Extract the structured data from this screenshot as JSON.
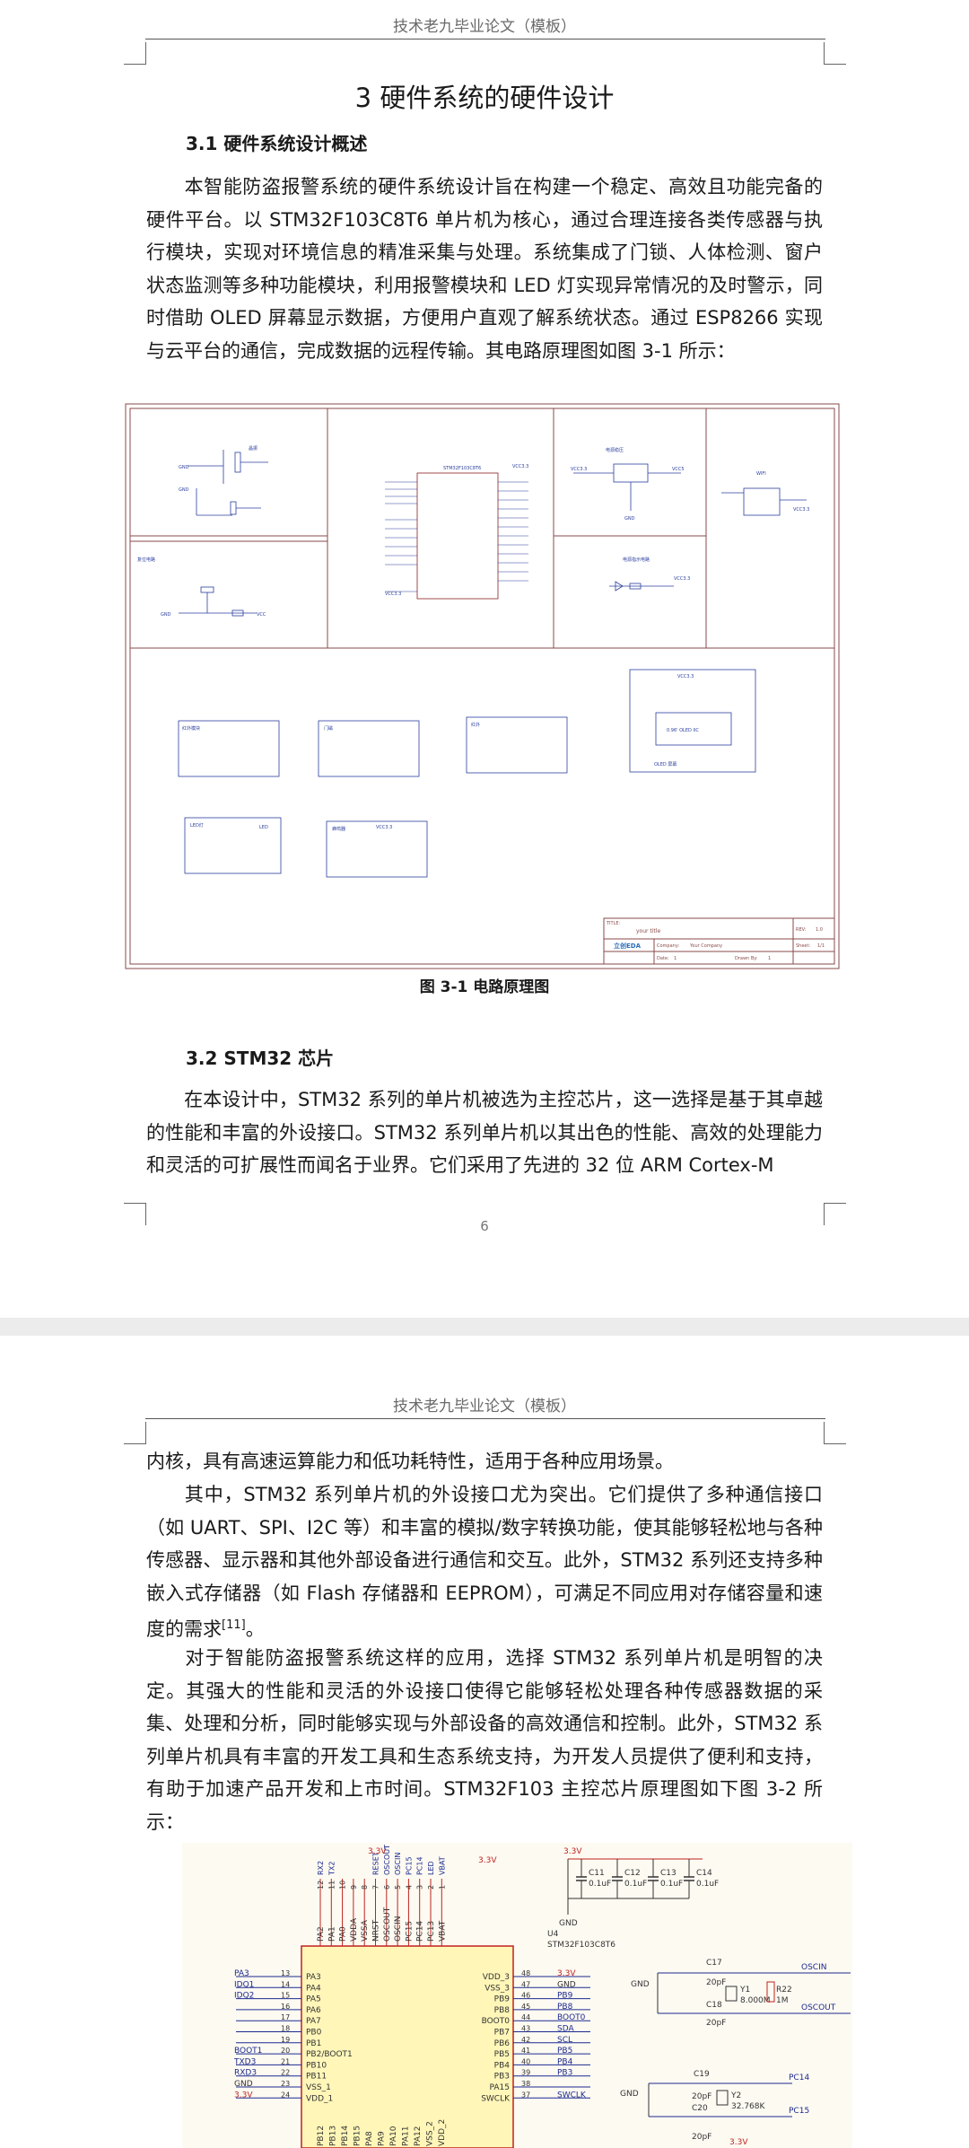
{
  "header_text": "技术老九毕业论文（模板）",
  "page1": {
    "chapter_title": "3  硬件系统的硬件设计",
    "section_31": "3.1 硬件系统设计概述",
    "para_31": "本智能防盗报警系统的硬件系统设计旨在构建一个稳定、高效且功能完备的硬件平台。以 STM32F103C8T6 单片机为核心，通过合理连接各类传感器与执行模块，实现对环境信息的精准采集与处理。系统集成了门锁、人体检测、窗户状态监测等多种功能模块，利用报警模块和 LED 灯实现异常情况的及时警示，同时借助 OLED 屏幕显示数据，方便用户直观了解系统状态。通过 ESP8266 实现与云平台的通信，完成数据的远程传输。其电路原理图如图 3-1 所示：",
    "figure_caption": "图 3-1 电路原理图",
    "section_32": "3.2 STM32 芯片",
    "para_32": "在本设计中，STM32 系列的单片机被选为主控芯片，这一选择是基于其卓越的性能和丰富的外设接口。STM32 系列单片机以其出色的性能、高效的处理能力和灵活的可扩展性而闻名于业界。它们采用了先进的 32 位 ARM Cortex-M",
    "page_number": "6"
  },
  "schematic1": {
    "blocks": {
      "crystal": "晶振",
      "reset": "复位电路",
      "mcu": "STM32F103C8T6",
      "regulator": "电源稳压",
      "power_led": "电源指示电路",
      "wifi": "WIFI",
      "infrared": "红外模块",
      "door": "门磁",
      "window": "红外",
      "oled": "0.96' OLED IIC",
      "oled_label": "OLED 屏幕",
      "led": "LED灯",
      "led_label": "LED",
      "buzzer": "蜂鸣器"
    },
    "nets": {
      "gnd": "GND",
      "vcc": "VCC",
      "vcc33": "VCC3.3",
      "vcc5": "VCC5",
      "led_name": "LED"
    },
    "title_block": {
      "title_label": "TITLE:",
      "title": "your title",
      "rev_label": "REV:",
      "rev": "1.0",
      "logo": "立创EDA",
      "company_label": "Company:",
      "company": "Your Company",
      "sheet_label": "Sheet:",
      "sheet": "1/1",
      "date_label": "Date:",
      "date": "1",
      "drawn_label": "Drawn By:",
      "drawn": "1"
    }
  },
  "page2": {
    "para_cont": "内核，具有高速运算能力和低功耗特性，适用于各种应用场景。",
    "para_periph": "其中，STM32 系列单片机的外设接口尤为突出。它们提供了多种通信接口（如 UART、SPI、I2C 等）和丰富的模拟/数字转换功能，使其能够轻松地与各种传感器、显示器和其他外部设备进行通信和交互。此外，STM32 系列还支持多种嵌入式存储器（如 Flash 存储器和 EEPROM），可满足不同应用对存储容量和速度的需求",
    "citation": "[11]",
    "para_periph_end": "。",
    "para_choice": "对于智能防盗报警系统这样的应用，选择 STM32 系列单片机是明智的决定。其强大的性能和灵活的外设接口使得它能够轻松处理各种传感器数据的采集、处理和分析，同时能够实现与外部设备的高效通信和控制。此外，STM32 系列单片机具有丰富的开发工具和生态系统支持，为开发人员提供了便利和支持，有助于加速产品开发和上市时间。STM32F103 主控芯片原理图如下图 3-2 所示："
  },
  "schematic2": {
    "chip_name": "STM32F103C8T6",
    "designator": "U4",
    "v33": "3.3V",
    "gnd": "GND",
    "top_pins": [
      "PA2",
      "PA1",
      "PA0",
      "VDDA",
      "VSSA",
      "NRST",
      "OSCOUT",
      "OSCIN",
      "PC15",
      "PC14",
      "PC13",
      "VBAT"
    ],
    "top_nets": [
      "RX2",
      "TX2",
      "",
      "",
      "",
      "RESET",
      "OSCOUT",
      "OSCIN",
      "PC15",
      "PC14",
      "LED",
      "VBAT"
    ],
    "top_nums": [
      "12",
      "11",
      "10",
      "9",
      "8",
      "7",
      "6",
      "5",
      "4",
      "3",
      "2",
      "1"
    ],
    "left_nets": [
      "PA3",
      "IDQ1",
      "IDQ2",
      "",
      "",
      "",
      "",
      "BOOT1",
      "TXD3",
      "RXD3",
      "GND",
      "3.3V"
    ],
    "left_nums": [
      "13",
      "14",
      "15",
      "16",
      "17",
      "18",
      "19",
      "20",
      "21",
      "22",
      "23",
      "24"
    ],
    "left_pins": [
      "PA3",
      "PA4",
      "PA5",
      "PA6",
      "PA7",
      "PB0",
      "PB1",
      "PB2/BOOT1",
      "PB10",
      "PB11",
      "VSS_1",
      "VDD_1"
    ],
    "right_pins": [
      "VDD_3",
      "VSS_3",
      "PB9",
      "PB8",
      "BOOT0",
      "PB7",
      "PB6",
      "PB5",
      "PB4",
      "PB3",
      "PA15",
      "SWCLK"
    ],
    "right_nums": [
      "48",
      "47",
      "46",
      "45",
      "44",
      "43",
      "42",
      "41",
      "40",
      "39",
      "38",
      "37"
    ],
    "right_nets": [
      "3.3V",
      "GND",
      "PB9",
      "PB8",
      "BOOT0",
      "SDA",
      "SCL",
      "PB5",
      "PB4",
      "PB3",
      "",
      "SWCLK"
    ],
    "bottom_pins": [
      "PB12",
      "PB13",
      "PB14",
      "PB15",
      "PA8",
      "PA9",
      "PA10",
      "PA11",
      "PA12",
      "VSS_2",
      "VDD_2"
    ],
    "caps": [
      {
        "ref": "C11",
        "val": "0.1uF"
      },
      {
        "ref": "C12",
        "val": "0.1uF"
      },
      {
        "ref": "C13",
        "val": "0.1uF"
      },
      {
        "ref": "C14",
        "val": "0.1uF"
      }
    ],
    "osc": {
      "c17": "C17",
      "c17v": "20pF",
      "c18": "C18",
      "c18v": "20pF",
      "y1": "Y1",
      "y1v": "8.000M",
      "r22": "R22",
      "r22v": "1M",
      "oscin": "OSCIN",
      "oscout": "OSCOUT",
      "c19": "C19",
      "c19v": "20pF",
      "c20": "C20",
      "c20v": "20pF",
      "y2": "Y2",
      "y2v": "32.768K",
      "pc14": "PC14",
      "pc15": "PC15"
    }
  }
}
